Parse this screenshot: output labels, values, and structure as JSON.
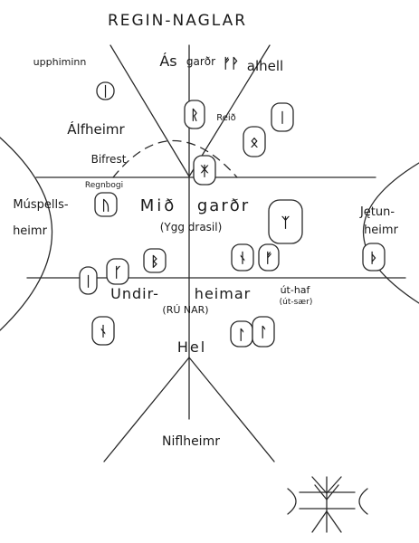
{
  "labels": {
    "title": "REGIN-NAGLAR",
    "upphiminn": "upphiminn",
    "asgard_as": "Ás",
    "asgard_gard": "garðr",
    "valholl": "alhell",
    "valholl_rune": "ᚠᚹ",
    "reid": "Reið",
    "alfheimr": "Álfheimr",
    "bifrost": "Bifrest",
    "regnbogi": "Regnbogi",
    "muspell_1": "Múspells-",
    "muspell_2": "heimr",
    "midgard_mid": "Mið",
    "midgard_gard": "garðr",
    "yggdrasil": "(Ygg  drasil)",
    "jotun_1": "Jętun-",
    "jotun_2": "heimr",
    "undirheimar_1": "Undir-",
    "undirheimar_2": "heimar",
    "runar": "(RÚ    NAR)",
    "uthaf_1": "út-haf",
    "uthaf_2": "(út-sær)",
    "hel": "Hel",
    "niflheimr": "Niflheimr"
  },
  "runes": {
    "r_upph": "ᛁ",
    "r_asgard": "ᚱ",
    "r_alf1": "ᛁ",
    "r_alf2": "ᛟ",
    "r_midtop": "ᛡ",
    "r_musp": "ᚢ",
    "r_yr": "ᛉ",
    "r_jotun": "ᚦ",
    "r_b1": "ᛁ",
    "r_b2": "ᚴ",
    "r_b3": "ᛒ",
    "r_b4": "ᚾ",
    "r_b5": "ᚠ",
    "r_low1": "ᚾ",
    "r_low2": "ᛚ",
    "r_low3": "ᛚ"
  }
}
